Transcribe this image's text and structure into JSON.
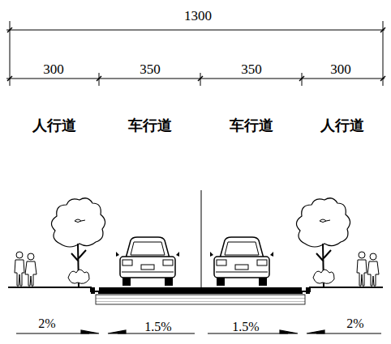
{
  "diagram": {
    "labels": [
      "1300",
      "300",
      "350",
      "350",
      "300",
      "人行道",
      "车行道",
      "车行道",
      "人行道",
      "2%",
      "1.5%",
      "1.5%",
      "2%"
    ]
  }
}
